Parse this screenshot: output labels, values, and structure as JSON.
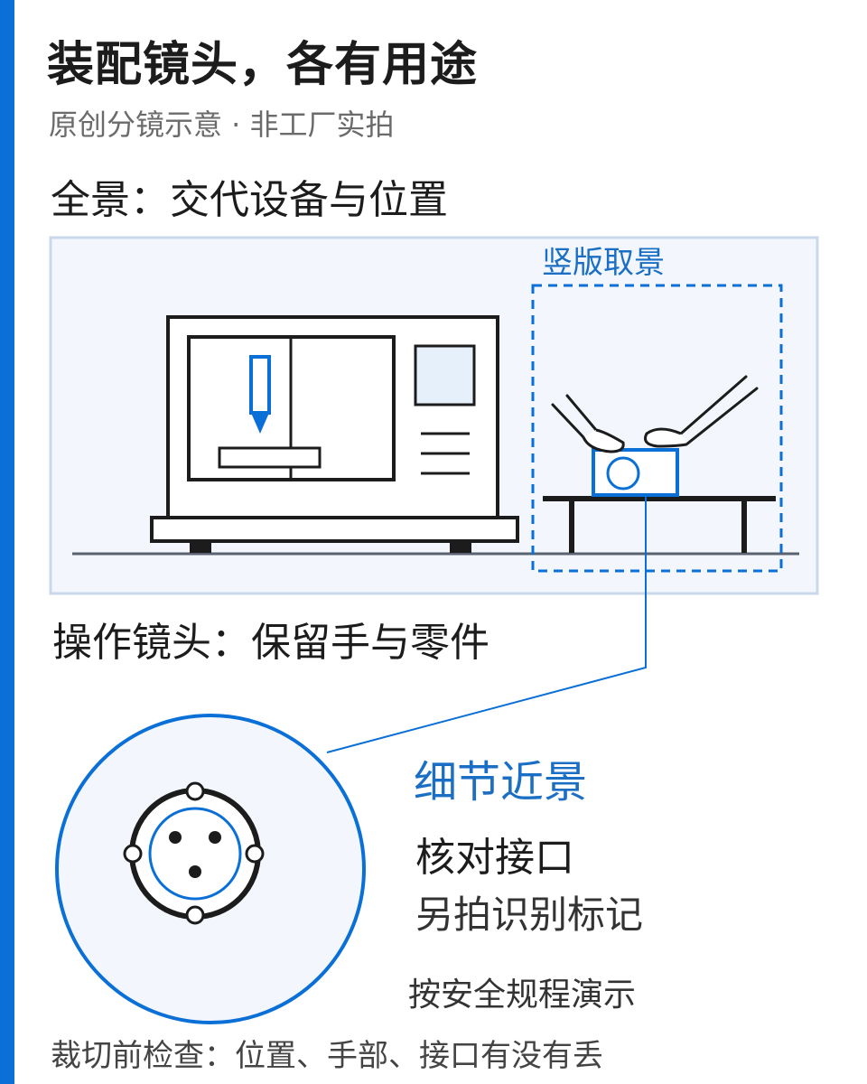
{
  "title": "装配镜头，各有用途",
  "subtitle": "原创分镜示意 · 非工厂实拍",
  "section_panorama": "全景：交代设备与位置",
  "label_vertical_framing": "竖版取景",
  "section_operation": "操作镜头：保留手与零件",
  "label_detail_closeup": "细节近景",
  "label_check_connector": "核对接口",
  "label_extra_marking": "另拍识别标记",
  "label_safety": "按安全规程演示",
  "footer_note": "裁切前检查：位置、手部、接口有没有丢",
  "colors": {
    "accent": "#0a6fd6",
    "panel_bg": "#f3f7fd",
    "panel_border": "#c9d8ea",
    "ink": "#1c1c1c",
    "highlight_fill": "#e6f0fb"
  }
}
